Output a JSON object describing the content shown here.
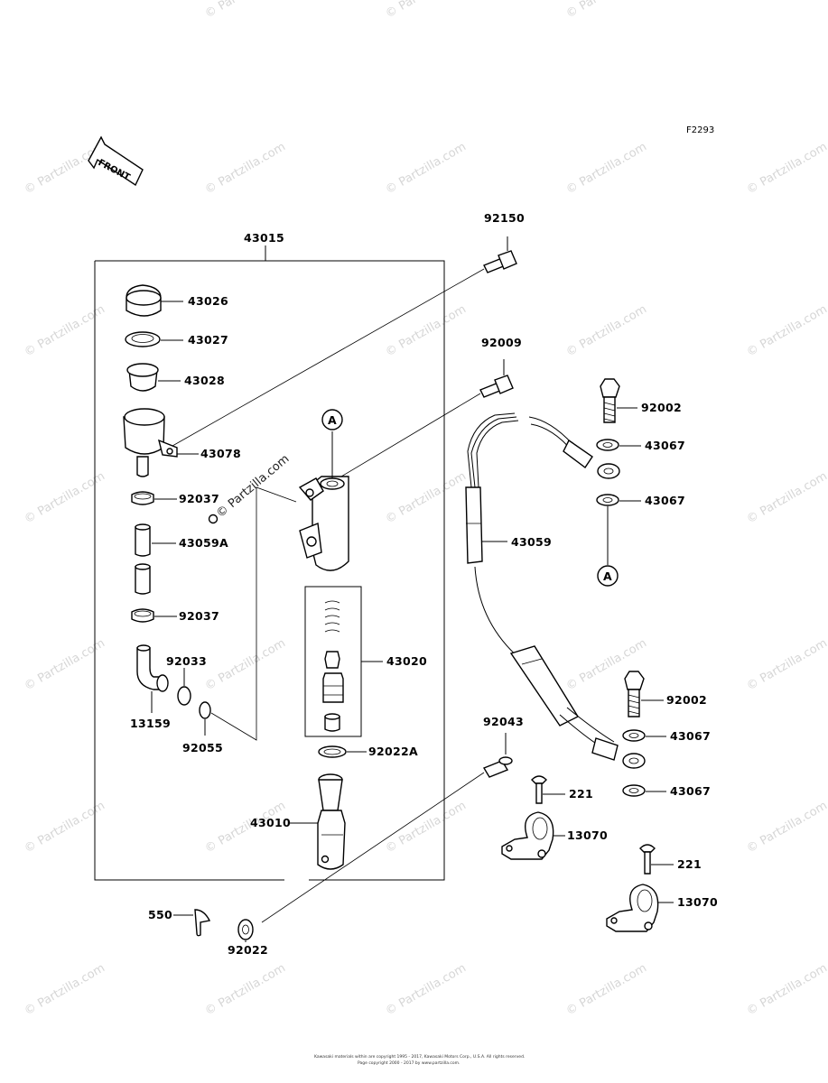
{
  "figure_code": "F2293",
  "front_label": "FRONT",
  "callout_letter": "A",
  "labels": {
    "p43015": "43015",
    "p92150": "92150",
    "p43026": "43026",
    "p43027": "43027",
    "p43028": "43028",
    "p43078": "43078",
    "p92037a": "92037",
    "p43059a": "43059A",
    "p92037b": "92037",
    "p92033": "92033",
    "p13159": "13159",
    "p92055": "92055",
    "p92009": "92009",
    "p43020": "43020",
    "p92022a": "92022A",
    "p43010": "43010",
    "p92043": "92043",
    "p550": "550",
    "p92022": "92022",
    "p43059": "43059",
    "p92002a": "92002",
    "p43067a": "43067",
    "p43067b": "43067",
    "p92002b": "92002",
    "p43067c": "43067",
    "p43067d": "43067",
    "p221a": "221",
    "p13070a": "13070",
    "p221b": "221",
    "p13070b": "13070"
  },
  "watermark": "© Partzilla.com",
  "footer": {
    "line1": "Kawasaki materials within are copyright 1995 - 2017, Kawasaki Motors Corp., U.S.A. All rights reserved.",
    "line2": "Page copyright 2000 - 2017 by www.partzilla.com."
  }
}
